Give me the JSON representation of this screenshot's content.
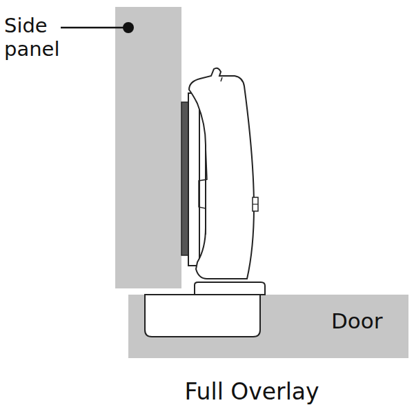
{
  "diagram": {
    "caption": "Full Overlay",
    "nodes": [
      {
        "text": [
          "Door"
        ]
      }
    ],
    "labels": [
      "Side panel"
    ]
  }
}
